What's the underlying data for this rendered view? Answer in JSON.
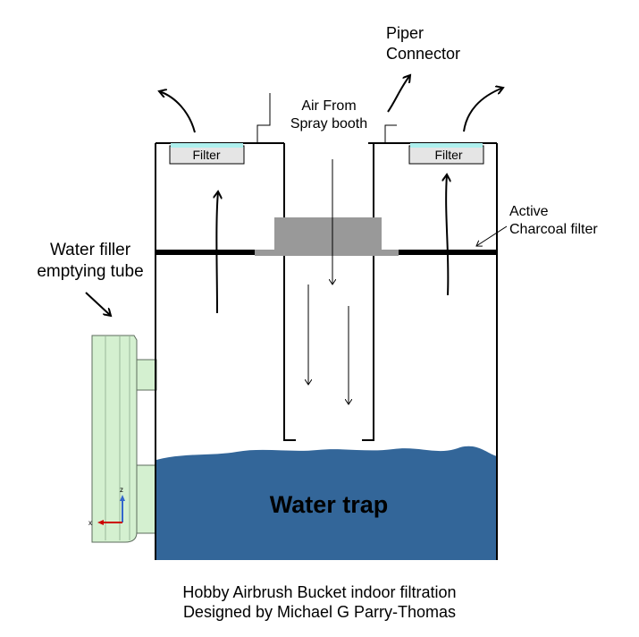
{
  "labels": {
    "piper_connector_line1": "Piper",
    "piper_connector_line2": "Connector",
    "air_from_line1": "Air From",
    "air_from_line2": "Spray booth",
    "filter_left": "Filter",
    "filter_right": "Filter",
    "charcoal_line1": "Active",
    "charcoal_line2": "Charcoal filter",
    "water_filler_line1": "Water filler",
    "water_filler_line2": "emptying tube",
    "water_trap": "Water trap",
    "axis_z": "z",
    "axis_x": "x"
  },
  "caption": {
    "line1": "Hobby Airbrush Bucket indoor filtration",
    "line2": "Designed by Michael G Parry-Thomas"
  },
  "colors": {
    "water": "#336699",
    "filter_media": "#aef0ee",
    "filter_box": "#e5e5e5",
    "diffuser": "#999999",
    "charcoal_filter": "#000000",
    "tube": "#d4f0d0"
  }
}
